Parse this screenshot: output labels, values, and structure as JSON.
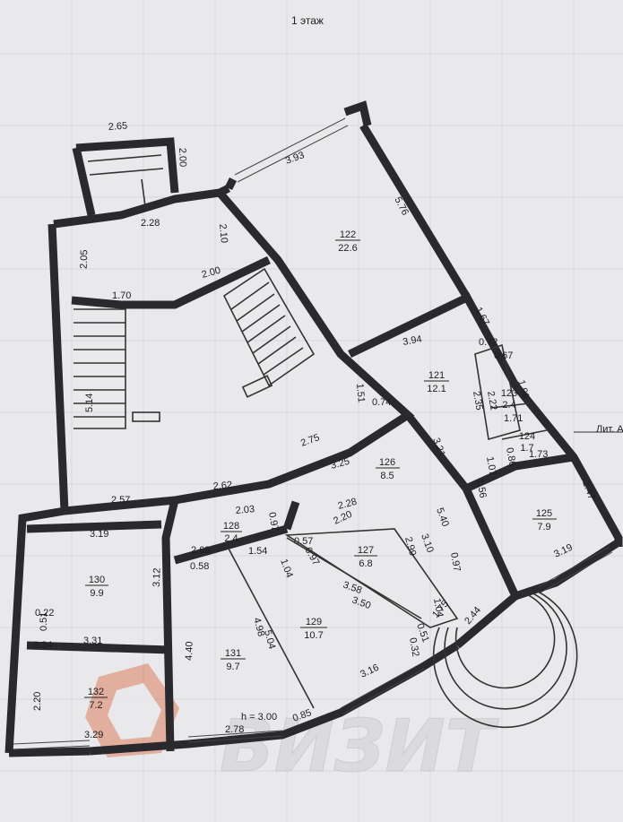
{
  "page_title": "1 этаж",
  "logo_text": "ВИЗИТ",
  "height_note": "h = 3.00",
  "side_label": "Лит. А",
  "rooms": [
    {
      "id": "r122",
      "number": "122",
      "area": "22.6"
    },
    {
      "id": "r121",
      "number": "121",
      "area": "12.1"
    },
    {
      "id": "r123",
      "number": "123",
      "area": "2.4"
    },
    {
      "id": "r124",
      "number": "124",
      "area": "1.7"
    },
    {
      "id": "r125",
      "number": "125",
      "area": "7.9"
    },
    {
      "id": "r126",
      "number": "126",
      "area": "8.5"
    },
    {
      "id": "r127",
      "number": "127",
      "area": "6.8"
    },
    {
      "id": "r128",
      "number": "128",
      "area": "2.4"
    },
    {
      "id": "r129",
      "number": "129",
      "area": "10.7"
    },
    {
      "id": "r130",
      "number": "130",
      "area": "9.9"
    },
    {
      "id": "r131",
      "number": "131",
      "area": "9.7"
    },
    {
      "id": "r132",
      "number": "132",
      "area": "7.2"
    }
  ],
  "dimensions": [
    "2.65",
    "2.00",
    "2.28",
    "2.10",
    "2.05",
    "2.00",
    "1.70",
    "5.14",
    "3.93",
    "5.76",
    "1.67",
    "0.72",
    "0.67",
    "3.94",
    "1.51",
    "0.74",
    "2.35",
    "2.22",
    "1.99",
    "1.71",
    "3.21",
    "1.07",
    "0.86",
    "1.73",
    "1.56",
    "2.47",
    "2.75",
    "2.62",
    "2.57",
    "3.25",
    "2.03",
    "0.97",
    "2.28",
    "2.20",
    "5.40",
    "3.10",
    "2.63",
    "1.54",
    "0.57",
    "0.97",
    "2.99",
    "0.97",
    "3.19",
    "0.58",
    "1.04",
    "3.58",
    "3.50",
    "1.04",
    "3.12",
    "0.22",
    "0.51",
    "0.34",
    "3.31",
    "4.98",
    "5.04",
    "0.51",
    "1.75",
    "2.44",
    "0.32",
    "4.40",
    "3.16",
    "2.20",
    "3.29",
    "2.78",
    "0.85",
    "3.19"
  ]
}
